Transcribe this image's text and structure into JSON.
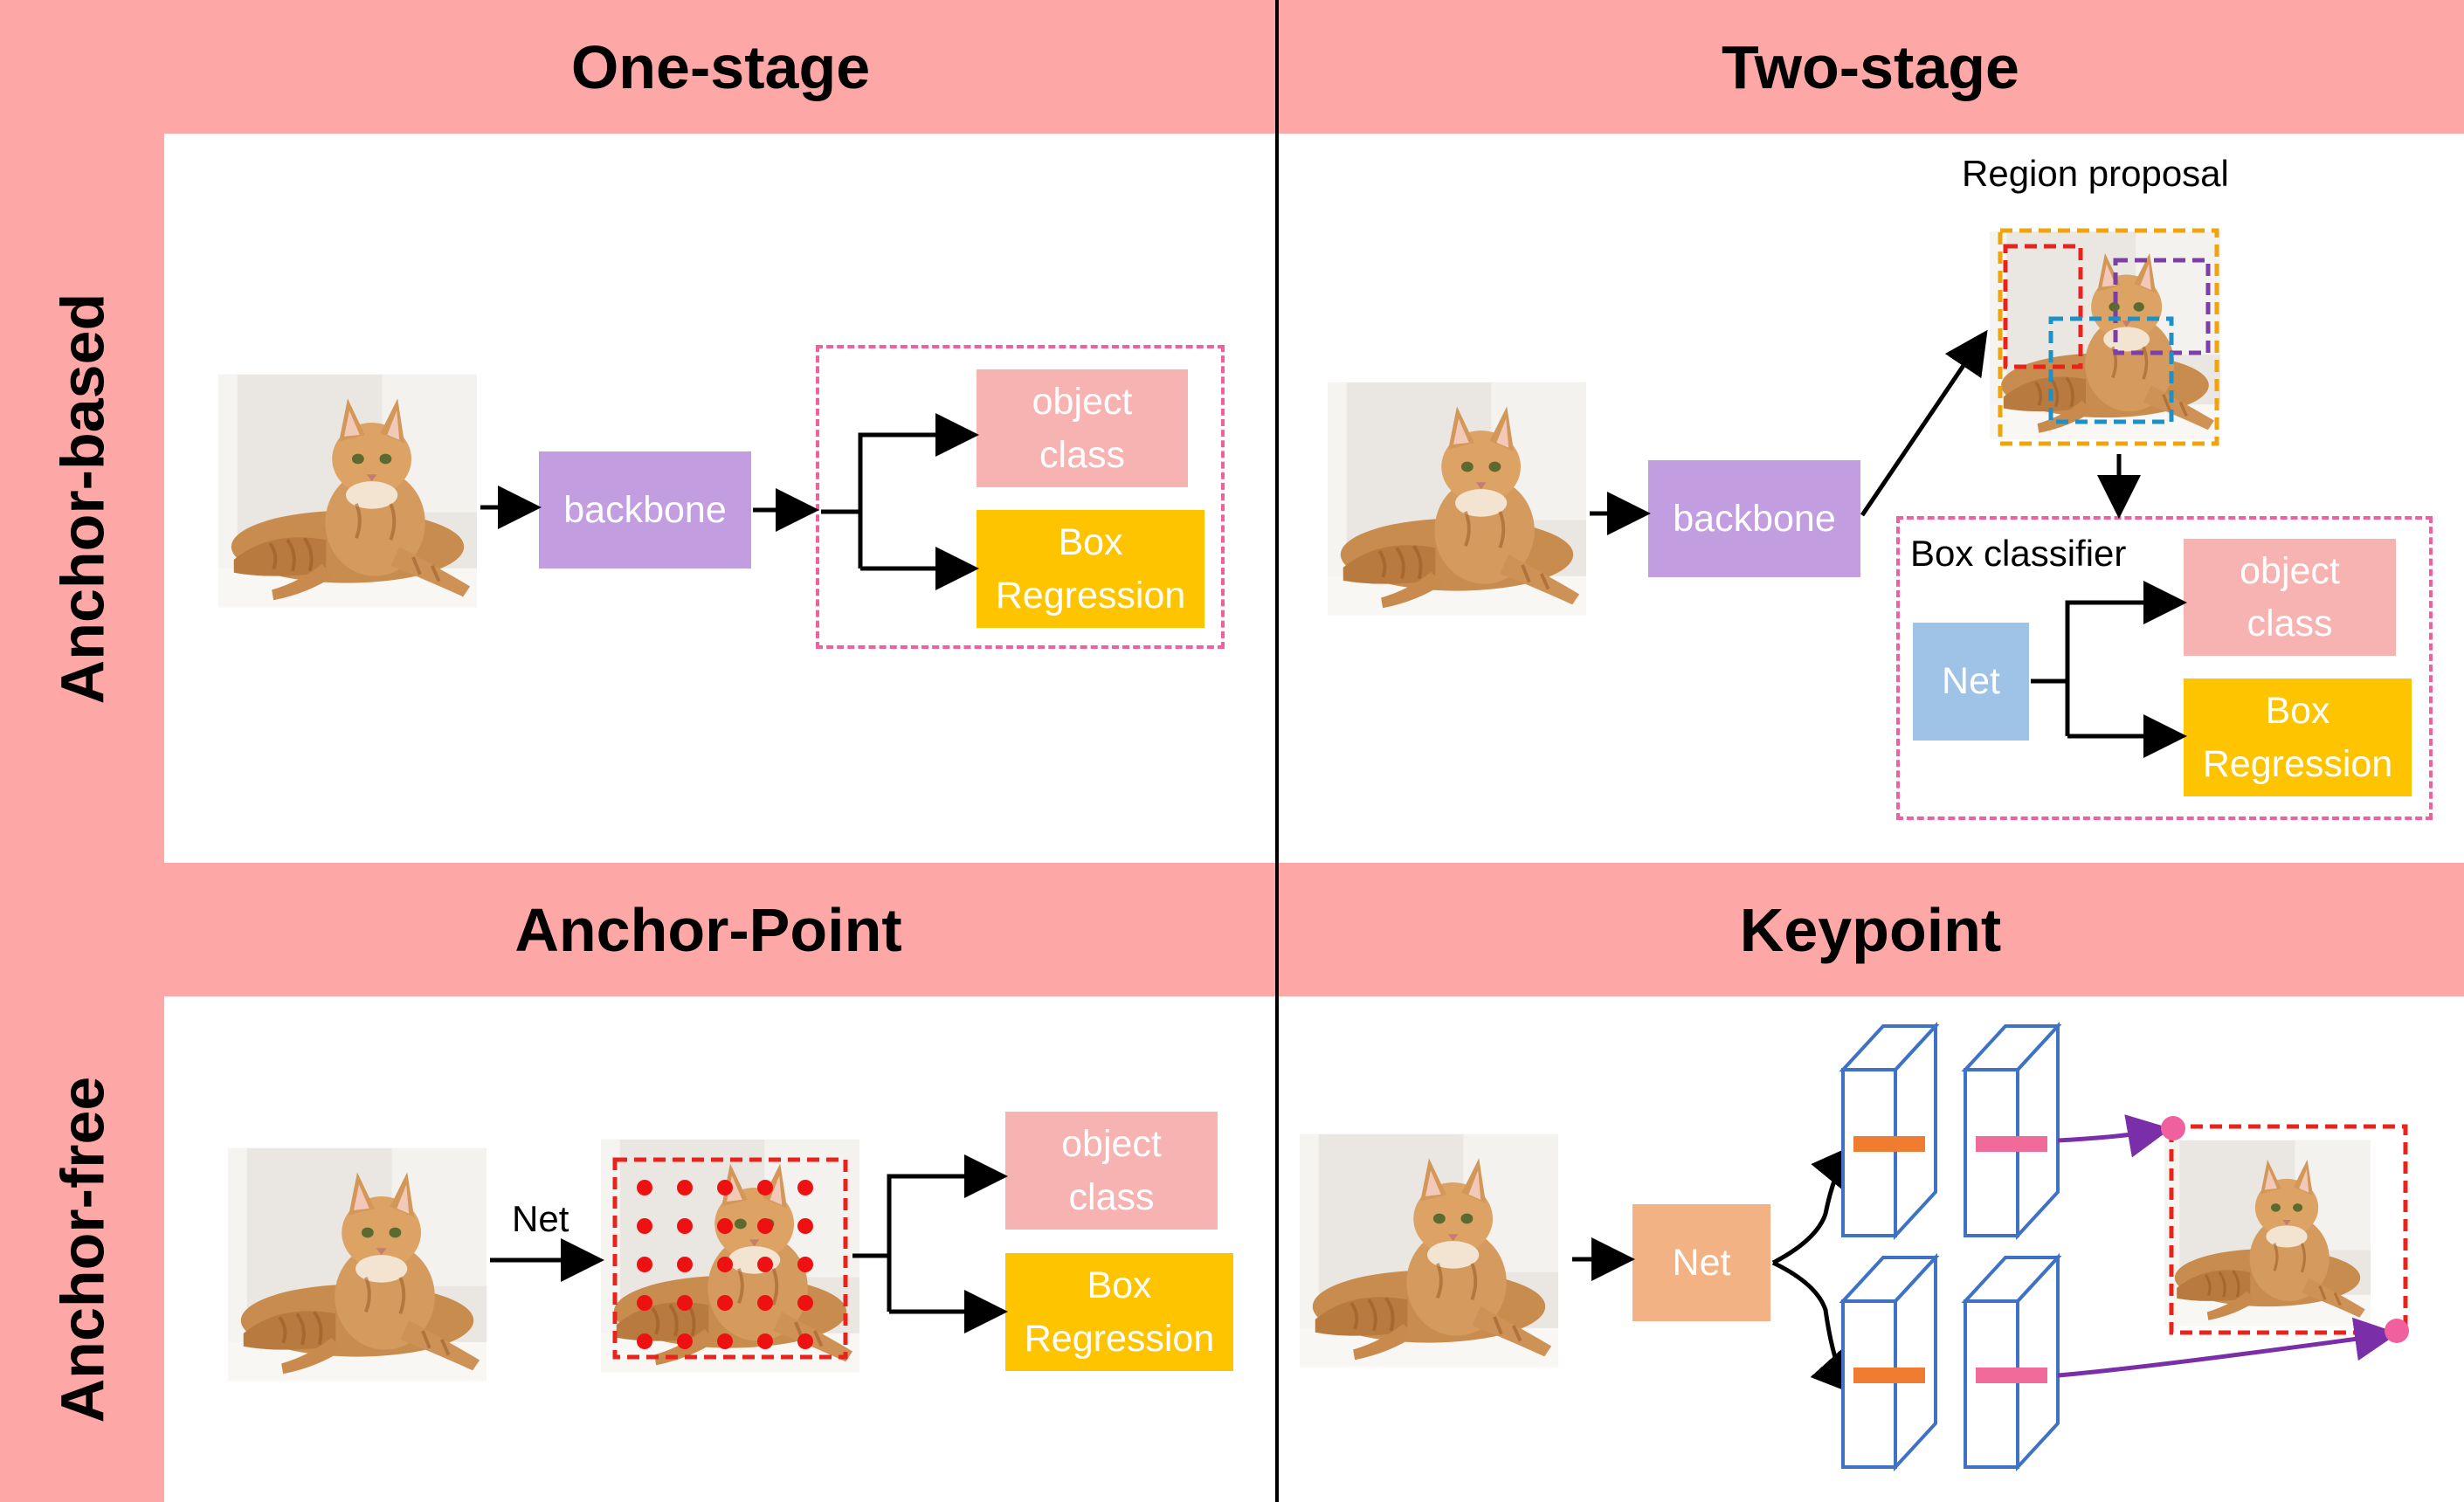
{
  "columns": {
    "one_stage": "One-stage",
    "two_stage": "Two-stage"
  },
  "rows": {
    "anchor_based": "Anchor-based",
    "anchor_free": "Anchor-free",
    "anchor_point": "Anchor-Point",
    "keypoint": "Keypoint"
  },
  "labels": {
    "backbone": "backbone",
    "object_class": "object\nclass",
    "box_regression": "Box\nRegression",
    "net": "Net",
    "region_proposal": "Region proposal",
    "box_classifier": "Box classifier"
  },
  "images": {
    "cat": "cat-photo",
    "proposal_colors": [
      "#e8231c",
      "#7b3fa6",
      "#f0a30a",
      "#1e90c8"
    ]
  },
  "colors": {
    "band": "#fda8a6",
    "backbone": "#c29ee0",
    "object_class": "#f7b3b1",
    "box_regression": "#ffc400",
    "net_blue": "#9fc3e6",
    "net_orange": "#f2b284",
    "dashed_frame": "#f0609e",
    "anchor_points": "#ee1111",
    "heatmap_box": "#3f72c4",
    "keypoint_marker": "#f0609e",
    "keypoint_arrow": "#7a2fa8"
  }
}
